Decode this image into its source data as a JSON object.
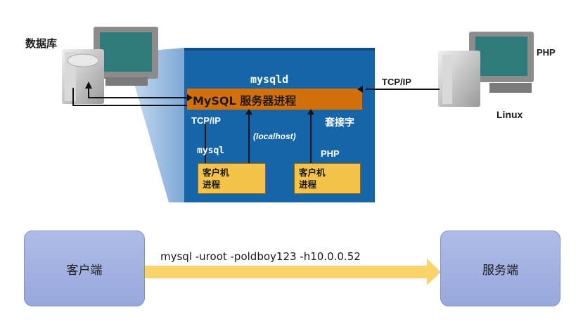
{
  "architecture": {
    "database_label": "数据库",
    "mysqld_label": "mysqld",
    "server_process_label": "MySQL 服务器进程",
    "tcpip_left_label": "TCP/IP",
    "localhost_label": "(localhost)",
    "socket_label": "套接字",
    "mysql_client_label": "mysql",
    "php_inner_label": "PHP",
    "client_process_1": {
      "line1": "客户机",
      "line2": "进程"
    },
    "client_process_2": {
      "line1": "客户机",
      "line2": "进程"
    },
    "tcpip_right_label": "TCP/IP",
    "php_remote_label": "PHP",
    "linux_label": "Linux"
  },
  "connection": {
    "client_label": "客户端",
    "server_label": "服务端",
    "command": "mysql -uroot -poldboy123 -h10.0.0.52"
  },
  "colors": {
    "panel_blue": "#1565a8",
    "process_orange": "#d4700a",
    "client_yellow": "#f5c34a",
    "box_lavender": "#a5b4e2",
    "arrow_yellow": "#fbd36b"
  }
}
